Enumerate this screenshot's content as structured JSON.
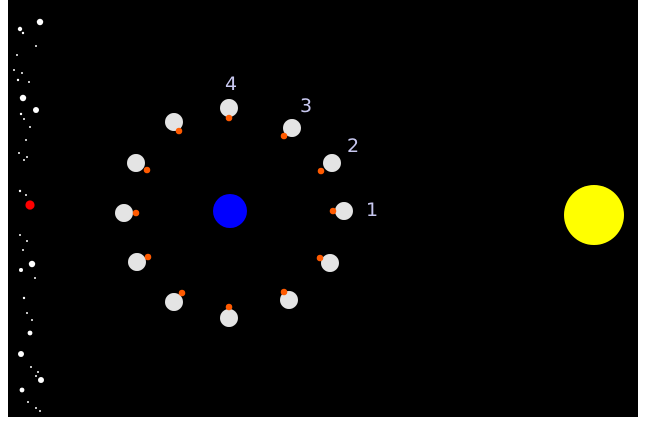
{
  "colors": {
    "background": "#000000",
    "earth": "#0000ff",
    "sun": "#ffff00",
    "moon": "#e4e4e4",
    "marker": "#ff5a00",
    "label": "#c8c8f0",
    "star": "#ffffff",
    "red_star": "#ff0000"
  },
  "phase_labels": {
    "p1": "1",
    "p2": "2",
    "p3": "3",
    "p4": "4"
  },
  "icons": {
    "earth": "earth-icon",
    "sun": "sun-icon",
    "moon": "moon-icon",
    "star": "star-icon"
  }
}
